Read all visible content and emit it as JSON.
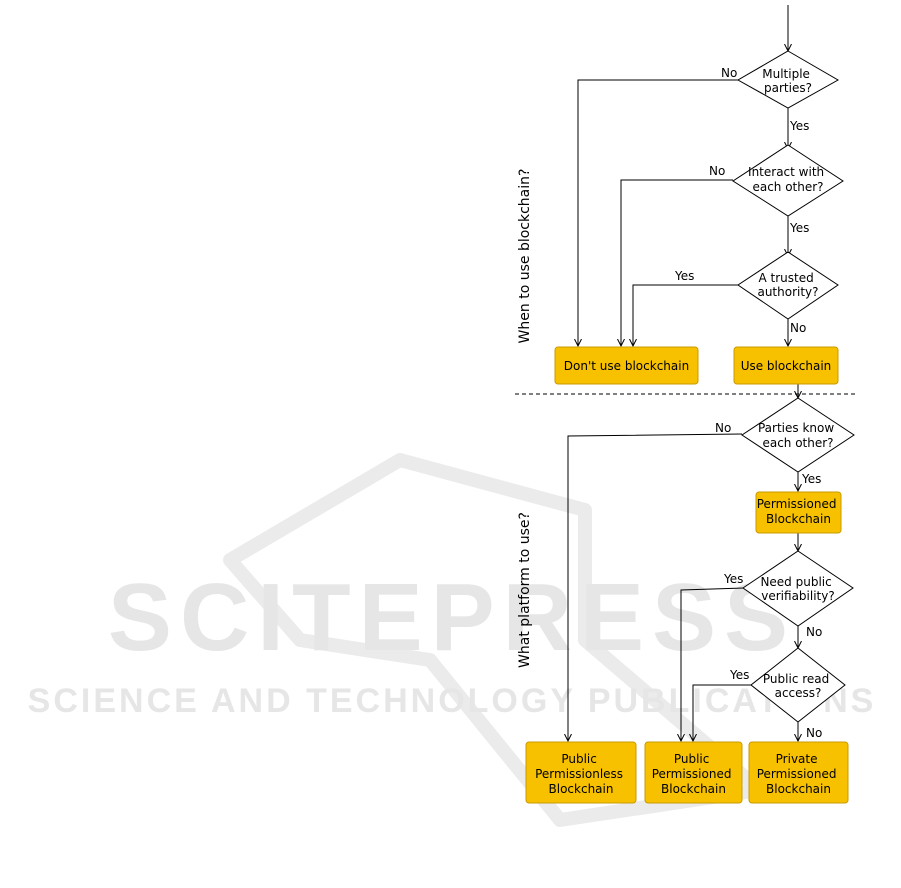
{
  "watermark": {
    "title": "SCITEPRESS",
    "subtitle": "SCIENCE AND TECHNOLOGY PUBLICATIONS"
  },
  "sections": {
    "when": "When to use blockchain?",
    "platform": "What platform to use?"
  },
  "decisions": {
    "multiple_parties": [
      "Multiple",
      "parties?"
    ],
    "interact": [
      "Interact with",
      "each other?"
    ],
    "trusted_authority": [
      "A trusted",
      "authority?"
    ],
    "parties_know": [
      "Parties know",
      "each other?"
    ],
    "public_verifiability": [
      "Need public",
      "verifiability?"
    ],
    "public_read": [
      "Public read",
      "access?"
    ]
  },
  "outcomes": {
    "dont_use": [
      "Don't use blockchain"
    ],
    "use": [
      "Use blockchain"
    ],
    "permissioned": [
      "Permissioned",
      "Blockchain"
    ],
    "public_permissionless": [
      "Public",
      "Permissionless",
      "Blockchain"
    ],
    "public_permissioned": [
      "Public",
      "Permissioned",
      "Blockchain"
    ],
    "private_permissioned": [
      "Private",
      "Permissioned",
      "Blockchain"
    ]
  },
  "edge_labels": {
    "multiple_no": "No",
    "multiple_yes": "Yes",
    "interact_no": "No",
    "interact_yes": "Yes",
    "trusted_yes": "Yes",
    "trusted_no": "No",
    "know_no": "No",
    "know_yes": "Yes",
    "verif_yes": "Yes",
    "verif_no": "No",
    "read_yes": "Yes",
    "read_no": "No"
  },
  "colors": {
    "box_fill": "#F7C100",
    "box_stroke": "#C99A00",
    "line": "#000000",
    "watermark": "#E6E6E6"
  }
}
